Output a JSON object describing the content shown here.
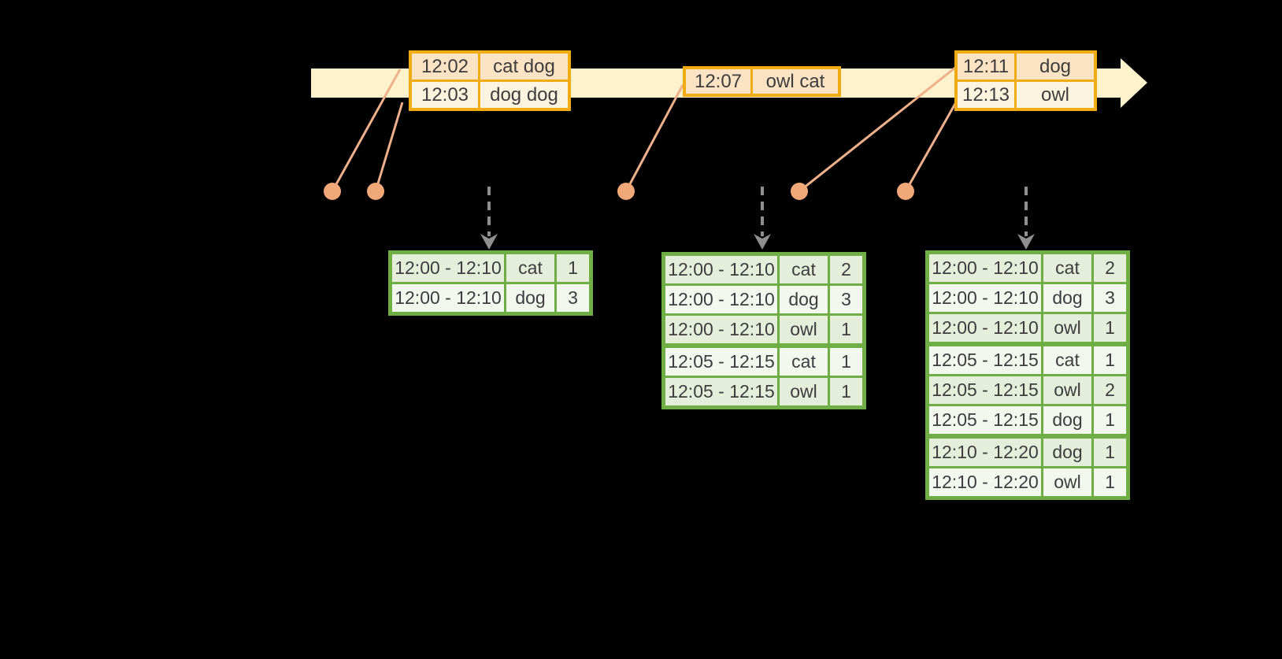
{
  "colors": {
    "background": "#000000",
    "timeline_fill": "#fdf2cb",
    "event_box_border": "#f0ac12",
    "event_row_fill_dark": "#fbe3c4",
    "event_row_fill_light": "#fdf4df",
    "connector_line": "#eeb08a",
    "event_dot": "#f0a878",
    "table_border": "#6fae44",
    "table_row_fill_dark": "#e4eeda",
    "table_row_fill_light": "#f3f8ef",
    "trigger_arrow": "#8f8f8f",
    "text": "#3d3d3d"
  },
  "timeline": {
    "event_boxes": [
      {
        "rows": [
          {
            "time": "12:02",
            "words": "cat dog"
          },
          {
            "time": "12:03",
            "words": "dog dog"
          }
        ]
      },
      {
        "rows": [
          {
            "time": "12:07",
            "words": "owl cat"
          }
        ]
      },
      {
        "rows": [
          {
            "time": "12:11",
            "words": "dog"
          },
          {
            "time": "12:13",
            "words": "owl"
          }
        ]
      }
    ]
  },
  "result_tables": [
    {
      "rows": [
        {
          "window": "12:00 - 12:10",
          "word": "cat",
          "count": "1"
        },
        {
          "window": "12:00 - 12:10",
          "word": "dog",
          "count": "3"
        }
      ]
    },
    {
      "rows": [
        {
          "window": "12:00 - 12:10",
          "word": "cat",
          "count": "2"
        },
        {
          "window": "12:00 - 12:10",
          "word": "dog",
          "count": "3"
        },
        {
          "window": "12:00 - 12:10",
          "word": "owl",
          "count": "1"
        },
        {
          "window": "12:05 - 12:15",
          "word": "cat",
          "count": "1"
        },
        {
          "window": "12:05 - 12:15",
          "word": "owl",
          "count": "1"
        }
      ]
    },
    {
      "rows": [
        {
          "window": "12:00 - 12:10",
          "word": "cat",
          "count": "2"
        },
        {
          "window": "12:00 - 12:10",
          "word": "dog",
          "count": "3"
        },
        {
          "window": "12:00 - 12:10",
          "word": "owl",
          "count": "1"
        },
        {
          "window": "12:05 - 12:15",
          "word": "cat",
          "count": "1"
        },
        {
          "window": "12:05 - 12:15",
          "word": "owl",
          "count": "2"
        },
        {
          "window": "12:05 - 12:15",
          "word": "dog",
          "count": "1"
        },
        {
          "window": "12:10 - 12:20",
          "word": "dog",
          "count": "1"
        },
        {
          "window": "12:10 - 12:20",
          "word": "owl",
          "count": "1"
        }
      ]
    }
  ]
}
